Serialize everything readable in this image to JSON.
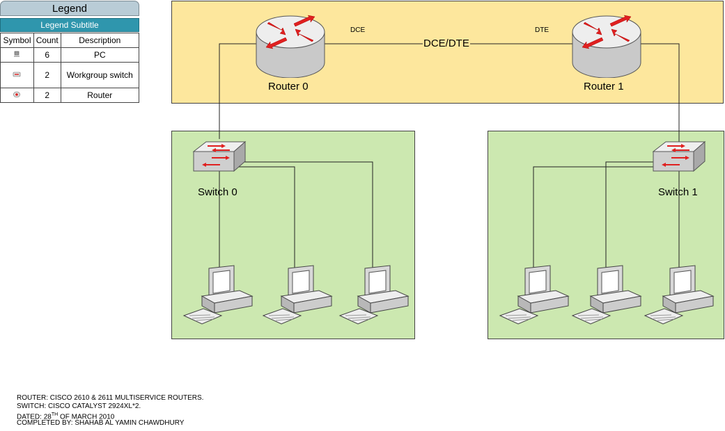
{
  "legend": {
    "title": "Legend",
    "subtitle": "Legend Subtitle",
    "headers": [
      "Symbol",
      "Count",
      "Description"
    ],
    "rows": [
      {
        "count": "6",
        "description": "PC",
        "icon": "pc-icon"
      },
      {
        "count": "2",
        "description": "Workgroup switch",
        "icon": "switch-icon"
      },
      {
        "count": "2",
        "description": "Router",
        "icon": "router-icon"
      }
    ]
  },
  "devices": {
    "router0": "Router 0",
    "router1": "Router 1",
    "switch0": "Switch 0",
    "switch1": "Switch 1"
  },
  "link": {
    "label": "DCE/DTE",
    "left_end": "DCE",
    "right_end": "DTE"
  },
  "notes": {
    "line1": "ROUTER: CISCO 2610 & 2611 MULTISERVICE ROUTERS.",
    "line2": "SWITCH: CISCO CATALYST 2924XL*2.",
    "line3_prefix": "DATED: 28",
    "line3_sup": "TH",
    "line3_suffix": " OF MARCH 2010",
    "line4": "COMPLETED BY: SHAHAB AL YAMIN CHAWDHURY"
  },
  "colors": {
    "wan_zone": "#fde79d",
    "lan_zone": "#cce8b0",
    "legend_header": "#b9ccd6",
    "legend_subtitle": "#2f96ad",
    "router_body": "#d9d9d9",
    "arrow": "#e02020"
  }
}
